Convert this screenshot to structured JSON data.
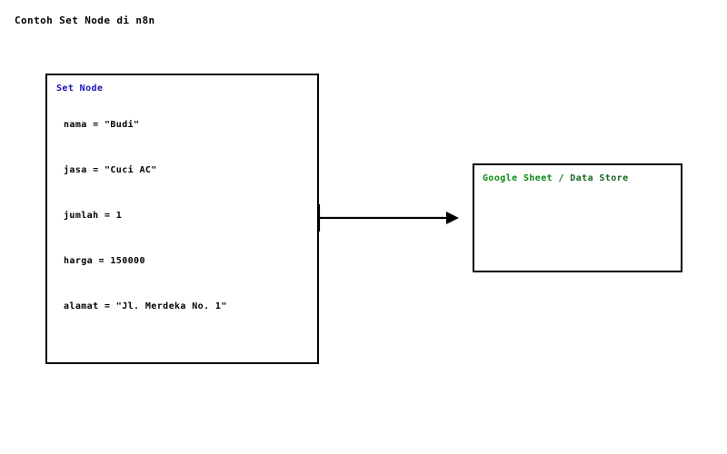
{
  "page": {
    "title": "Contoh Set Node di n8n",
    "background_color": "#ffffff",
    "stroke_color": "#000000"
  },
  "nodes": [
    {
      "id": "set-node",
      "header": "Set Node",
      "header_color": "#1414b8",
      "fields": [
        {
          "name": "nama",
          "text": "nama = \"Budi\""
        },
        {
          "name": "jasa",
          "text": "jasa = \"Cuci AC\""
        },
        {
          "name": "jumlah",
          "text": "jumlah = 1"
        },
        {
          "name": "harga",
          "text": "harga = 150000"
        },
        {
          "name": "alamat",
          "text": "alamat = \"Jl. Merdeka No. 1\""
        }
      ]
    },
    {
      "id": "datastore-node",
      "header_primary": "Google Sheet",
      "header_secondary": " / Data Store",
      "header_primary_color": "#0a8a14",
      "header_secondary_color": "#14661f"
    }
  ],
  "connector": {
    "name": "set-node-to-datastore-arrow",
    "color": "#000000"
  }
}
